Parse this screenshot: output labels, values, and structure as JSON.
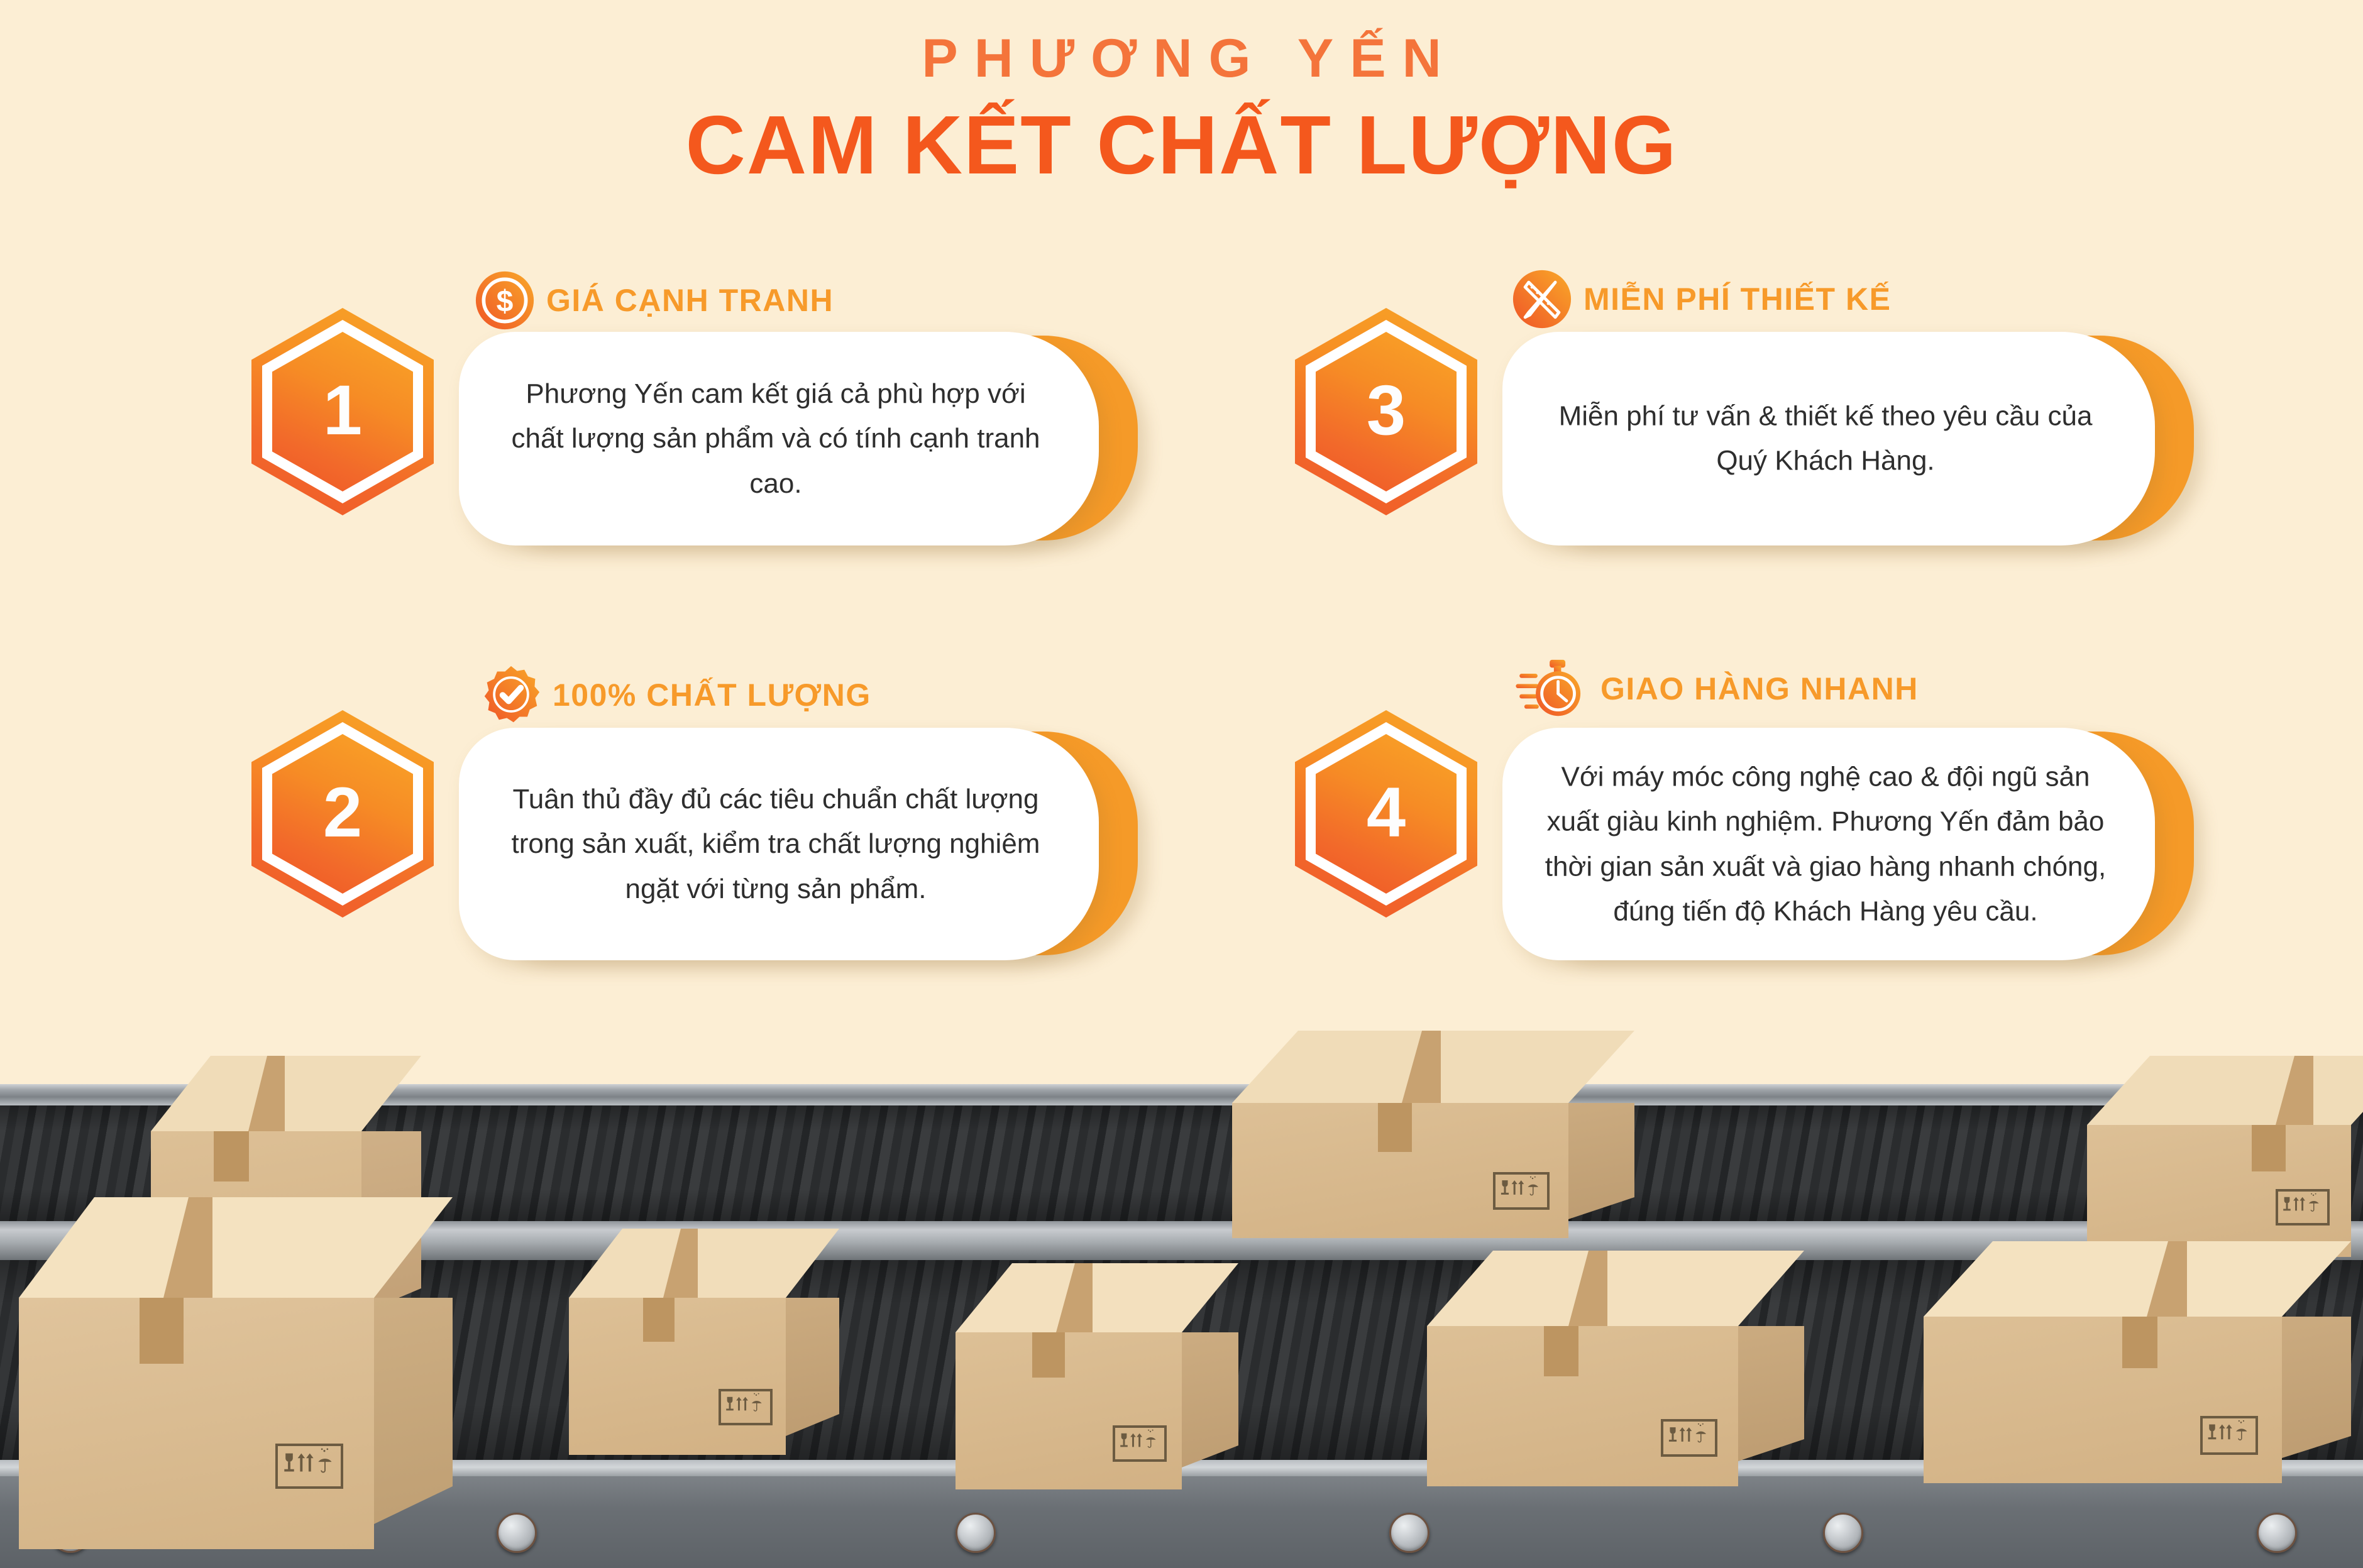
{
  "page": {
    "background_color": "#FCEED4",
    "accent_orange": "#F4581D",
    "accent_light_orange": "#F79A2A"
  },
  "header": {
    "subtitle": "PHƯƠNG YẾN",
    "title": "CAM KẾT CHẤT LƯỢNG"
  },
  "cards": [
    {
      "number": "1",
      "title": "GIÁ CẠNH TRANH",
      "body": "Phương Yến cam kết giá cả phù hợp với chất lượng sản phẩm và có tính cạnh tranh cao.",
      "icon": "dollar-coin-icon"
    },
    {
      "number": "2",
      "title": "100% CHẤT LƯỢNG",
      "body": "Tuân thủ đầy đủ các tiêu chuẩn chất lượng trong sản xuất, kiểm tra chất lượng nghiêm ngặt với từng sản phẩm.",
      "icon": "quality-badge-check-icon"
    },
    {
      "number": "3",
      "title": "MIỄN PHÍ THIẾT KẾ",
      "body": "Miễn phí tư vấn & thiết kế theo yêu cầu của Quý Khách Hàng.",
      "icon": "pencil-ruler-icon"
    },
    {
      "number": "4",
      "title": "GIAO HÀNG NHANH",
      "body": "Với máy móc công nghệ cao & đội ngũ sản xuất giàu kinh nghiệm. Phương Yến đảm bảo thời gian sản xuất và giao hàng nhanh chóng, đúng tiến độ Khách Hàng yêu cầu.",
      "icon": "stopwatch-fast-icon"
    }
  ],
  "illustration": {
    "name": "conveyor-belt-with-cardboard-boxes",
    "belt_color": "#2E3032",
    "rail_color": "#B9BEC2",
    "box_color": "#D9BC90",
    "package_label": "fragile-this-way-up-keep-dry-icon",
    "box_count": 9
  }
}
